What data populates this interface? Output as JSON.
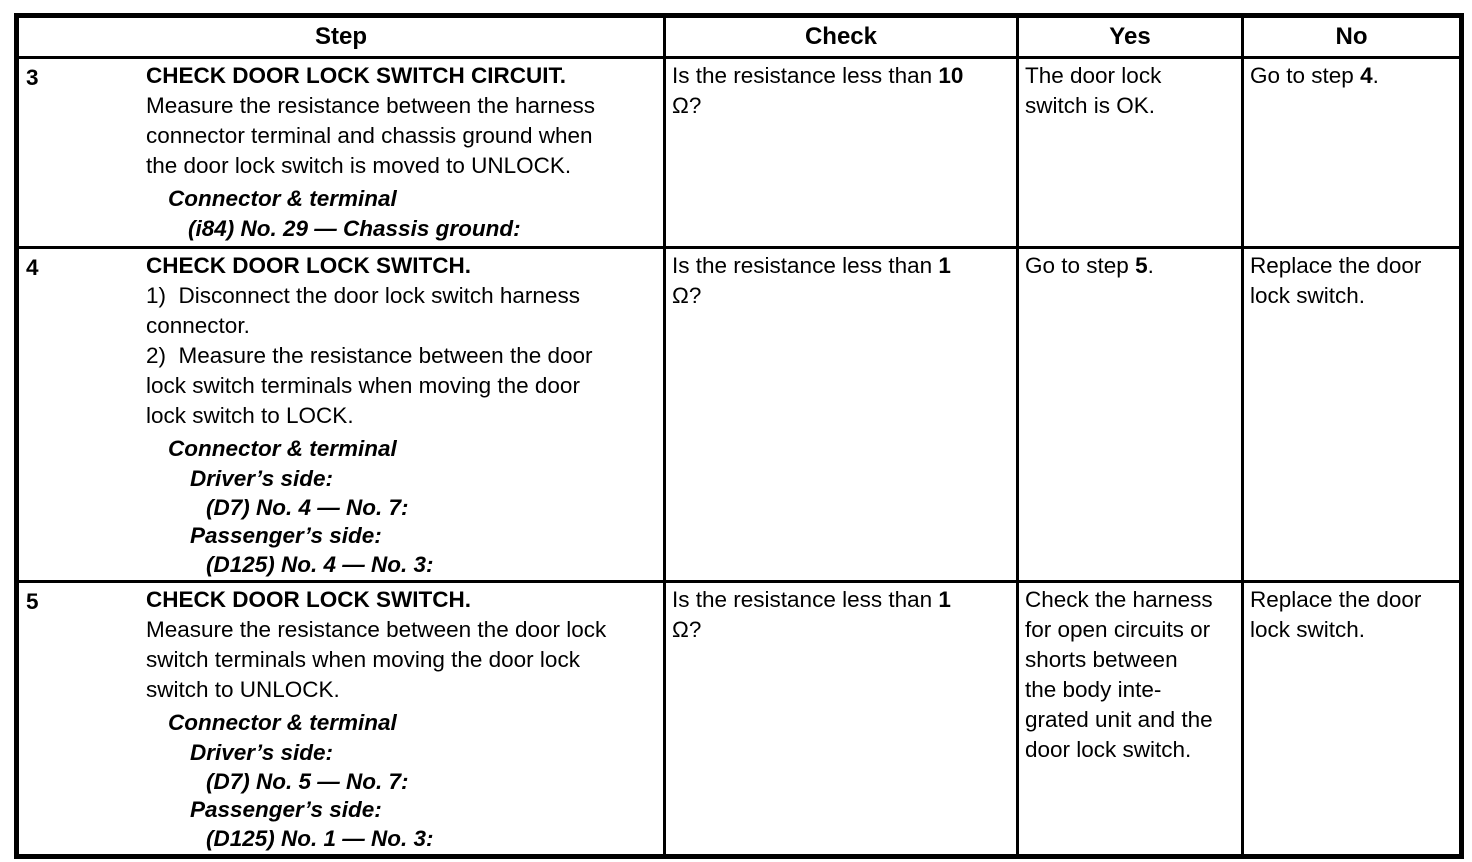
{
  "table": {
    "headers": [
      "Step",
      "Check",
      "Yes",
      "No"
    ],
    "rows": [
      {
        "step_no": "3",
        "step_lines": [
          {
            "style": "heading",
            "parts": [
              {
                "t": "CHECK DOOR LOCK SWITCH CIRCUIT."
              }
            ]
          },
          {
            "style": "text",
            "parts": [
              {
                "t": "Measure the resistance between the harness"
              }
            ]
          },
          {
            "style": "text",
            "parts": [
              {
                "t": "connector terminal and chassis ground when"
              }
            ]
          },
          {
            "style": "text",
            "parts": [
              {
                "t": "the door lock switch is moved to UNLOCK."
              }
            ]
          },
          {
            "style": "connector",
            "parts": [
              {
                "t": "Connector & terminal"
              }
            ]
          },
          {
            "style": "terminal-direct",
            "parts": [
              {
                "t": "(i84) No. 29 — Chassis ground:"
              }
            ]
          }
        ],
        "check_lines": [
          {
            "style": "text",
            "parts": [
              {
                "t": "Is the resistance less than "
              },
              {
                "t": "10",
                "b": true
              }
            ]
          },
          {
            "style": "text",
            "parts": [
              {
                "t": "Ω?"
              }
            ]
          }
        ],
        "yes_lines": [
          {
            "style": "text",
            "parts": [
              {
                "t": "The door lock"
              }
            ]
          },
          {
            "style": "text",
            "parts": [
              {
                "t": "switch is OK."
              }
            ]
          }
        ],
        "no_lines": [
          {
            "style": "text",
            "parts": [
              {
                "t": "Go to step "
              },
              {
                "t": "4",
                "b": true
              },
              {
                "t": "."
              }
            ]
          }
        ]
      },
      {
        "step_no": "4",
        "step_lines": [
          {
            "style": "heading",
            "parts": [
              {
                "t": "CHECK DOOR LOCK SWITCH."
              }
            ]
          },
          {
            "style": "text",
            "parts": [
              {
                "t": "1)  Disconnect the door lock switch harness"
              }
            ]
          },
          {
            "style": "text",
            "parts": [
              {
                "t": "connector."
              }
            ]
          },
          {
            "style": "text",
            "parts": [
              {
                "t": "2)  Measure the resistance between the door"
              }
            ]
          },
          {
            "style": "text",
            "parts": [
              {
                "t": "lock switch terminals when moving the door"
              }
            ]
          },
          {
            "style": "text",
            "parts": [
              {
                "t": "lock switch to LOCK."
              }
            ]
          },
          {
            "style": "connector",
            "parts": [
              {
                "t": "Connector & terminal"
              }
            ]
          },
          {
            "style": "side",
            "parts": [
              {
                "t": "Driver’s side:"
              }
            ]
          },
          {
            "style": "terminal",
            "parts": [
              {
                "t": "(D7) No. 4 — No. 7:"
              }
            ]
          },
          {
            "style": "side",
            "parts": [
              {
                "t": "Passenger’s side:"
              }
            ]
          },
          {
            "style": "terminal",
            "parts": [
              {
                "t": "(D125) No. 4 — No. 3:"
              }
            ]
          }
        ],
        "check_lines": [
          {
            "style": "text",
            "parts": [
              {
                "t": "Is the resistance less than "
              },
              {
                "t": "1",
                "b": true
              }
            ]
          },
          {
            "style": "text",
            "parts": [
              {
                "t": "Ω?"
              }
            ]
          }
        ],
        "yes_lines": [
          {
            "style": "text",
            "parts": [
              {
                "t": "Go to step "
              },
              {
                "t": "5",
                "b": true
              },
              {
                "t": "."
              }
            ]
          }
        ],
        "no_lines": [
          {
            "style": "text",
            "parts": [
              {
                "t": "Replace the door"
              }
            ]
          },
          {
            "style": "text",
            "parts": [
              {
                "t": "lock switch."
              }
            ]
          }
        ]
      },
      {
        "step_no": "5",
        "step_lines": [
          {
            "style": "heading",
            "parts": [
              {
                "t": "CHECK DOOR LOCK SWITCH."
              }
            ]
          },
          {
            "style": "text",
            "parts": [
              {
                "t": "Measure the resistance between the door lock"
              }
            ]
          },
          {
            "style": "text",
            "parts": [
              {
                "t": "switch terminals when moving the door lock"
              }
            ]
          },
          {
            "style": "text",
            "parts": [
              {
                "t": "switch to UNLOCK."
              }
            ]
          },
          {
            "style": "connector",
            "parts": [
              {
                "t": "Connector & terminal"
              }
            ]
          },
          {
            "style": "side",
            "parts": [
              {
                "t": "Driver’s side:"
              }
            ]
          },
          {
            "style": "terminal",
            "parts": [
              {
                "t": "(D7) No. 5 — No. 7:"
              }
            ]
          },
          {
            "style": "side",
            "parts": [
              {
                "t": "Passenger’s side:"
              }
            ]
          },
          {
            "style": "terminal",
            "parts": [
              {
                "t": "(D125) No. 1 — No. 3:"
              }
            ]
          }
        ],
        "check_lines": [
          {
            "style": "text",
            "parts": [
              {
                "t": "Is the resistance less than "
              },
              {
                "t": "1",
                "b": true
              }
            ]
          },
          {
            "style": "text",
            "parts": [
              {
                "t": "Ω?"
              }
            ]
          }
        ],
        "yes_lines": [
          {
            "style": "text",
            "parts": [
              {
                "t": "Check the harness"
              }
            ]
          },
          {
            "style": "text",
            "parts": [
              {
                "t": "for open circuits or"
              }
            ]
          },
          {
            "style": "text",
            "parts": [
              {
                "t": "shorts between"
              }
            ]
          },
          {
            "style": "text",
            "parts": [
              {
                "t": "the body inte-"
              }
            ]
          },
          {
            "style": "text",
            "parts": [
              {
                "t": "grated unit and the"
              }
            ]
          },
          {
            "style": "text",
            "parts": [
              {
                "t": "door lock switch."
              }
            ]
          }
        ],
        "no_lines": [
          {
            "style": "text",
            "parts": [
              {
                "t": "Replace the door"
              }
            ]
          },
          {
            "style": "text",
            "parts": [
              {
                "t": "lock switch."
              }
            ]
          }
        ]
      }
    ]
  }
}
